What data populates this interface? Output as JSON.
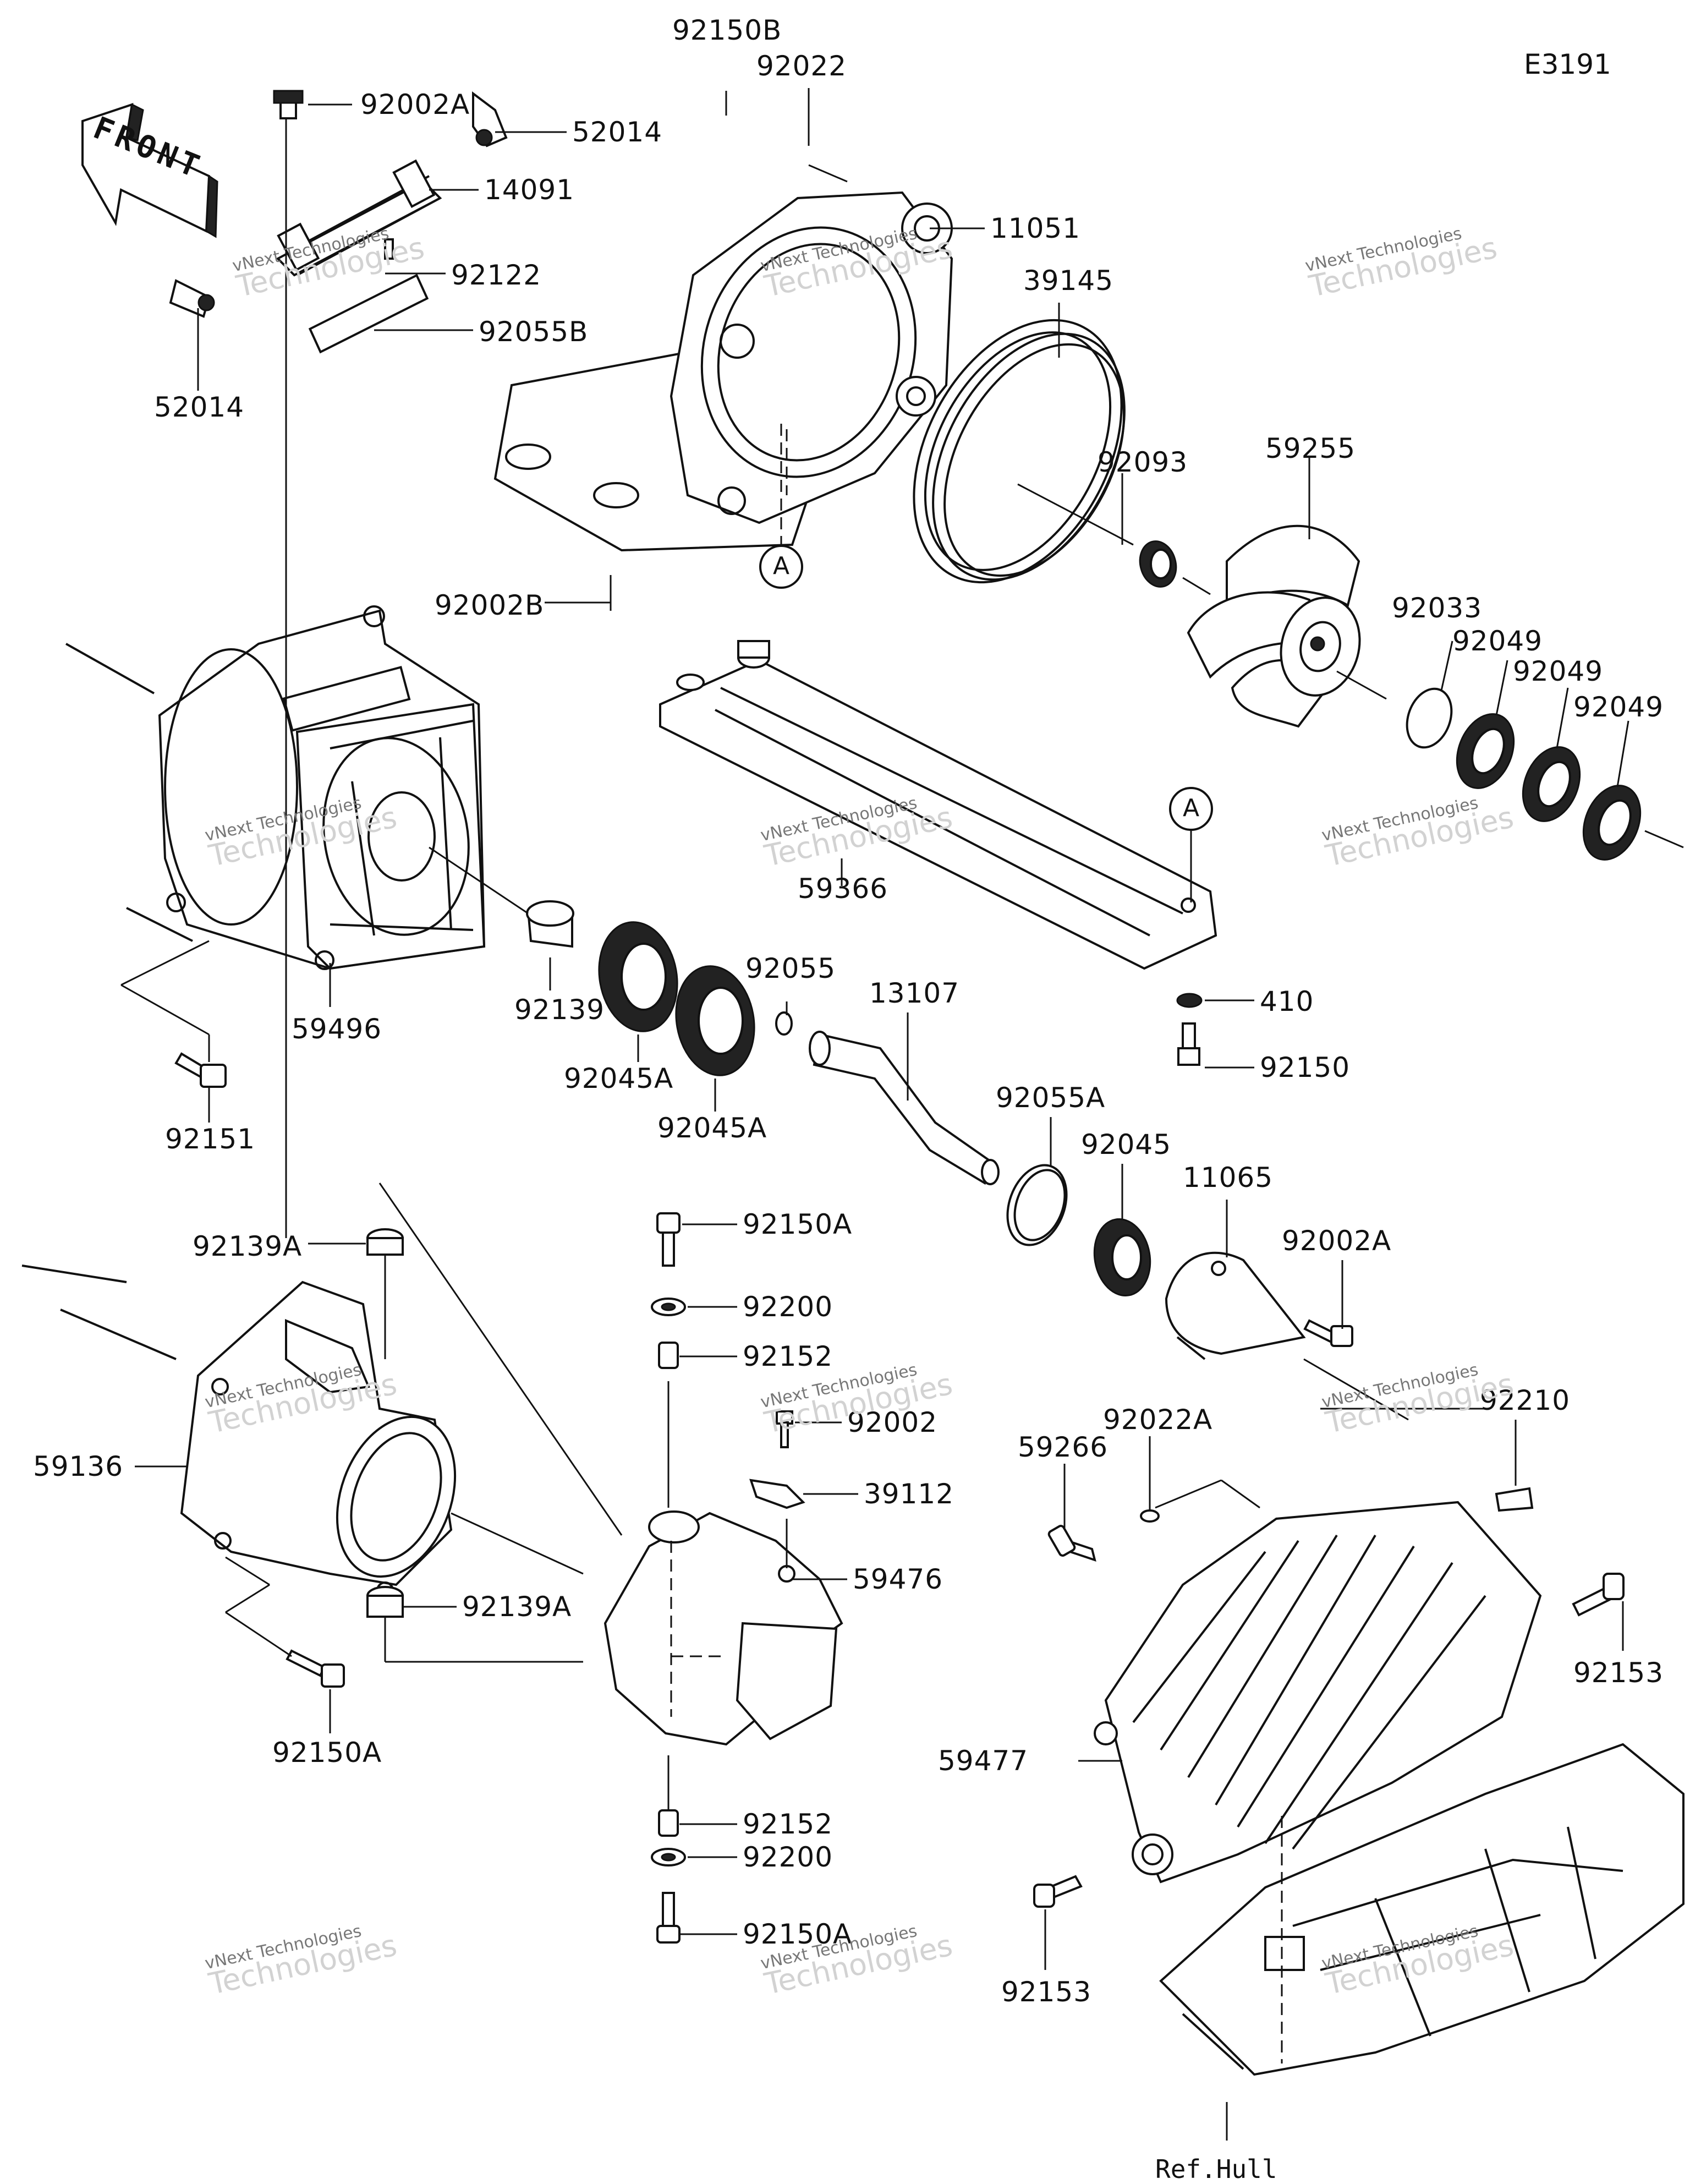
{
  "diagram": {
    "code": "E3191",
    "front_label": "FRONT",
    "ref_label": "Ref.Hull",
    "callout_marker": "A",
    "watermark_line1": "vNext Technologies",
    "watermark_line2": "Technologies"
  },
  "parts": [
    "92150B",
    "92022",
    "92002A",
    "52014",
    "14091",
    "11051",
    "92122",
    "52014",
    "92055B",
    "39145",
    "92093",
    "59255",
    "92002B",
    "92033",
    "92049",
    "92049",
    "92049",
    "59366",
    "410",
    "92150",
    "92139",
    "59496",
    "92055",
    "13107",
    "92045A",
    "92045A",
    "92151",
    "92055A",
    "92045",
    "11065",
    "92002A",
    "92139A",
    "92150A",
    "92200",
    "92152",
    "92002",
    "39112",
    "59476",
    "59136",
    "92139A",
    "92150A",
    "92152",
    "92200",
    "92150A",
    "92022A",
    "59266",
    "92210",
    "92153",
    "59477",
    "92153"
  ]
}
